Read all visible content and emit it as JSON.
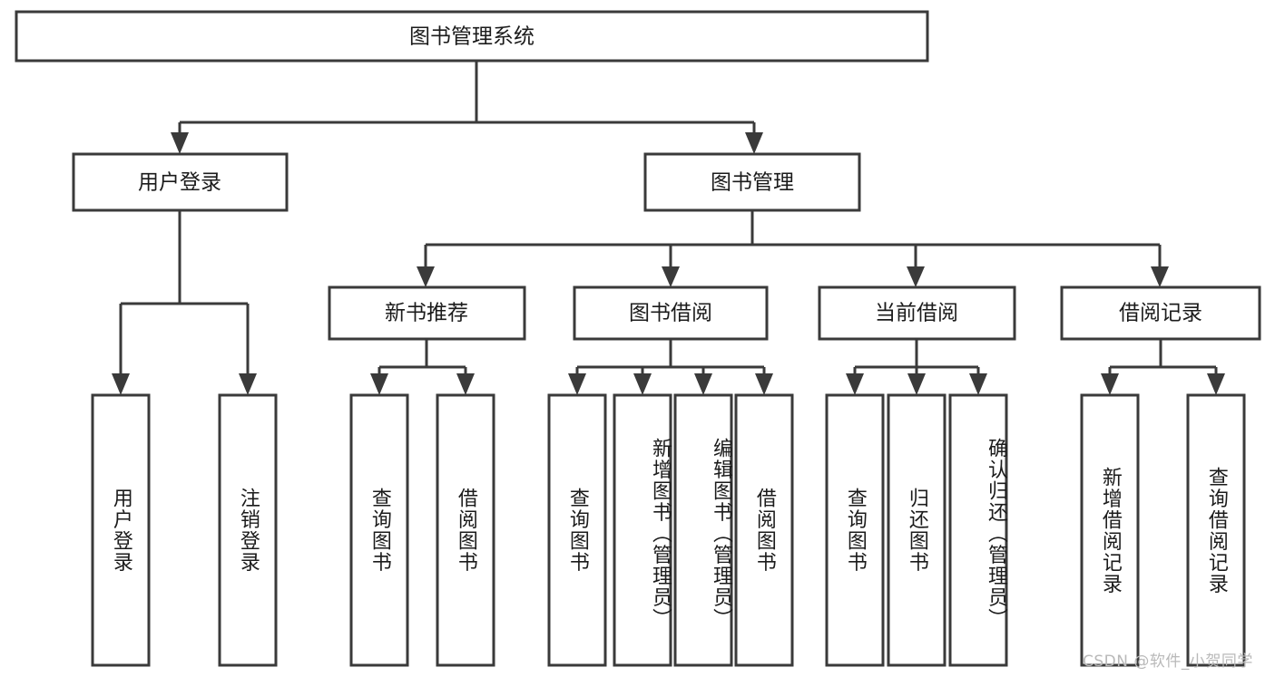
{
  "diagram": {
    "title": "图书管理系统",
    "type": "hierarchy-tree",
    "root": {
      "label": "图书管理系统",
      "children": [
        {
          "label": "用户登录",
          "children": [
            {
              "label": "用户登录"
            },
            {
              "label": "注销登录"
            }
          ]
        },
        {
          "label": "图书管理",
          "children": [
            {
              "label": "新书推荐",
              "children": [
                {
                  "label": "查询图书"
                },
                {
                  "label": "借阅图书"
                }
              ]
            },
            {
              "label": "图书借阅",
              "children": [
                {
                  "label": "查询图书"
                },
                {
                  "label": "新增图书（管理员）"
                },
                {
                  "label": "编辑图书（管理员）"
                },
                {
                  "label": "借阅图书"
                }
              ]
            },
            {
              "label": "当前借阅",
              "children": [
                {
                  "label": "查询图书"
                },
                {
                  "label": "归还图书"
                },
                {
                  "label": "确认归还（管理员）"
                }
              ]
            },
            {
              "label": "借阅记录",
              "children": [
                {
                  "label": "新增借阅记录"
                },
                {
                  "label": "查询借阅记录"
                }
              ]
            }
          ]
        }
      ]
    }
  },
  "colors": {
    "box_stroke": "#3a3a3a",
    "box_fill": "#ffffff",
    "text": "#1b1b1b",
    "background": "#ffffff",
    "watermark": "#b9b9b9"
  },
  "watermark": {
    "text": "CSDN @软件_小贺同学"
  }
}
